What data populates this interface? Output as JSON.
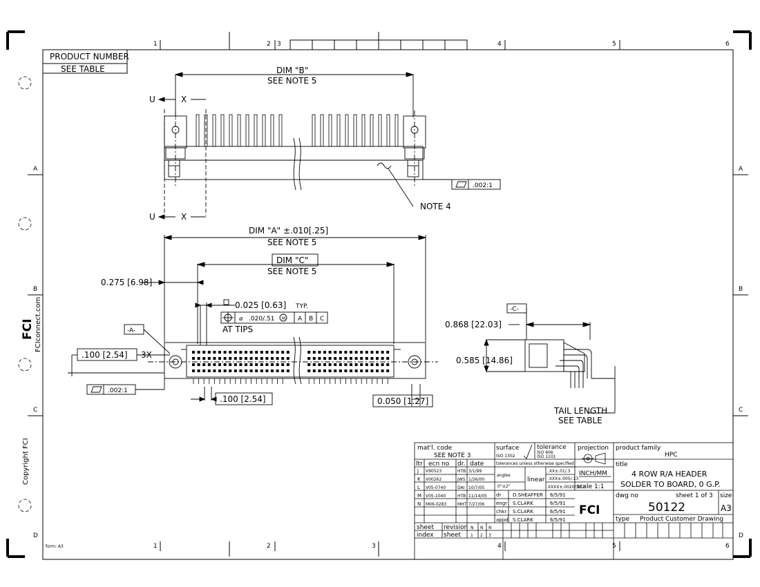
{
  "zones": {
    "top": [
      "1",
      "2",
      "3",
      "4",
      "5",
      "6"
    ],
    "bottom": [
      "1",
      "2",
      "3",
      "4",
      "5",
      "6"
    ],
    "left": [
      "A",
      "B",
      "C",
      "D"
    ],
    "right": [
      "A",
      "B",
      "C",
      "D"
    ]
  },
  "product_box": {
    "label": "PRODUCT NUMBER",
    "value": "SEE TABLE"
  },
  "side_text": {
    "website": "FCIconnect.com",
    "copyright": "Copyright FCI",
    "logo": "FCI"
  },
  "form_label": "form: A3",
  "top_view": {
    "dim_b": "DIM \"B\"",
    "note5": "SEE NOTE 5",
    "u": "U",
    "x": "X",
    "note4": "NOTE 4",
    "flatness": ".002:1"
  },
  "front_view": {
    "dim_a": "DIM \"A\" ±.010[.25]",
    "note5_a": "SEE NOTE 5",
    "dim_c": "DIM \"C\"",
    "note5_c": "SEE NOTE 5",
    "dim_0275": "0.275 [6.98]",
    "dim_0025": "0.025 [0.63]",
    "typ": "TYP.",
    "tol_phi": "⌀",
    "tol_value": ".020/.51",
    "tol_m": "M",
    "tol_datums": [
      "A",
      "B",
      "C"
    ],
    "at_tips": "AT TIPS",
    "datum_a": "-A-",
    "dim_100_3x": ".100 [2.54]",
    "x3": "3X",
    "flatness": ".002:1",
    "pitch": ".100 [2.54]",
    "dim_0050": "0.050 [1.27]"
  },
  "side_view": {
    "datum_c": "-C-",
    "dim_0868": "0.868 [22.03]",
    "dim_0585": "0.585 [14.86]",
    "tail_length": "TAIL LENGTH",
    "see_table": "SEE TABLE"
  },
  "title_block": {
    "matl_label": "mat'l. code",
    "matl_value": "SEE NOTE 3",
    "rev_headers": [
      "ltr",
      "ecn no",
      "dr.",
      "date"
    ],
    "revisions": [
      [
        "J",
        "V90523",
        "HTB",
        "3/1/99"
      ],
      [
        "K",
        "V00262",
        "JWS",
        "1/26/00"
      ],
      [
        "L",
        "V05-0740",
        "DAI",
        "10/7/05"
      ],
      [
        "M",
        "V05-1040",
        "HTB",
        "11/14/05"
      ],
      [
        "N",
        "M06-0283",
        "MHT",
        "7/27/06"
      ]
    ],
    "surface_label": "surface",
    "surface_value": "ISO 1302",
    "tolerance_label": "tolerance",
    "tolerance_iso1": "ISO 406",
    "tolerance_iso2": "ISO 1101",
    "tol_note": "tolerances unless otherwise specified",
    "angles": "angles",
    "angles_value": "0°±2°",
    "linear": "linear",
    "lin1": ".XX±.01/.3",
    "lin2": ".XXX±.005/.13",
    "lin3": ".XXXX±.0020/.051",
    "projection": "projection",
    "units": "INCH/MM",
    "scale": "scale 1:1",
    "signoff": [
      [
        "dr",
        "D.SHEAFFER",
        "6/5/91"
      ],
      [
        "engr",
        "S.CLARK",
        "6/5/91"
      ],
      [
        "chkr",
        "S.CLARK",
        "6/5/91"
      ],
      [
        "appd",
        "S.CLARK",
        "6/5/91"
      ]
    ],
    "product_family_label": "product family",
    "product_family": "HPC",
    "title_label": "title",
    "title_line1": "4 ROW R/A HEADER",
    "title_line2": "SOLDER TO BOARD, 0 G.P.",
    "dwg_no_label": "dwg no",
    "dwg_no": "50122",
    "sheet_text": "sheet 1 of 3",
    "size_label": "size",
    "size": "A3",
    "type_label": "type",
    "type_value": "Product Customer Drawing",
    "logo": "FCI",
    "sheet_label": "sheet",
    "index_label": "index",
    "revision_label": "revision",
    "rev_vals": [
      "N",
      "N",
      "N"
    ],
    "sheet_label2": "sheet",
    "sheet_nums": [
      "1",
      "2",
      "3"
    ]
  },
  "colors": {
    "ink": "#000000",
    "paper": "#ffffff"
  }
}
